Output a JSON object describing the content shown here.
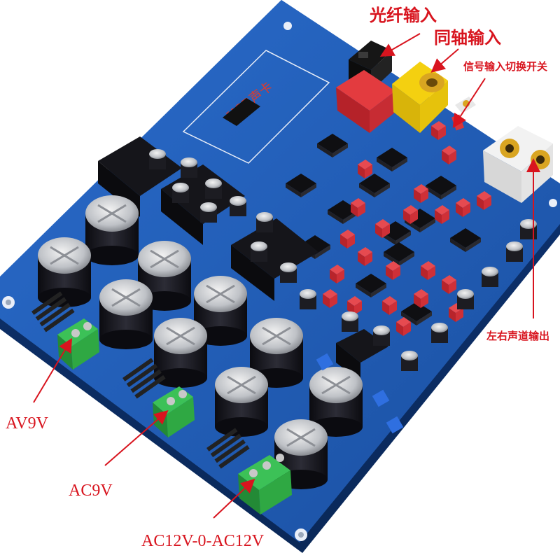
{
  "labels": {
    "optical_input": "光纤输入",
    "coaxial_input": "同轴输入",
    "input_switch": "信号输入切换开关",
    "lr_output": "左右声道输出",
    "av9v": "AV9V",
    "ac9v": "AC9V",
    "ac12v": "AC12V-0-AC12V",
    "usb_module": "USB声卡"
  },
  "colors": {
    "pcb": "#1f5fb4",
    "pcb_dark": "#133f85",
    "label_red": "#d8141e",
    "capacitor_black": "#1c1c22",
    "terminal_green": "#2fa843",
    "heatsink": "#15151a",
    "rca_gold": "#d9a521",
    "rca_yellow": "#f4d010",
    "wima_red": "#d9353a"
  }
}
